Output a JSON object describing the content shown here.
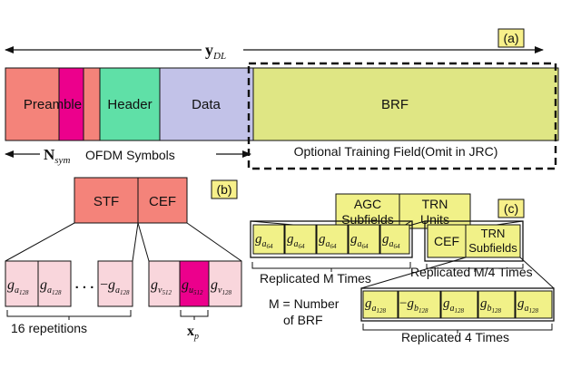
{
  "panel_a": {
    "label": "(a)",
    "y_dl_main": "y",
    "y_dl_sub": "DL",
    "segments": {
      "preamble": "Preamble",
      "header": "Header",
      "data": "Data",
      "brf": "BRF"
    },
    "n_sym_main": "N",
    "n_sym_sub": "sym",
    "n_sym_text": "OFDM Symbols",
    "optional_field": "Optional Training Field(Omit in JRC)"
  },
  "panel_b": {
    "label": "(b)",
    "stf": "STF",
    "cef": "CEF",
    "dots": ". . .",
    "caption": "16 repetitions",
    "xp_main": "x",
    "xp_sub": "p"
  },
  "panel_c": {
    "label": "(c)",
    "agc_line1": "AGC",
    "agc_line2": "Subfields",
    "trn_line1": "TRN",
    "trn_line2": "Units",
    "cef": "CEF",
    "trn_sub_line1": "TRN",
    "trn_sub_line2": "Subfields",
    "caption_m": "Replicated M Times",
    "caption_m4": "Replicated M/4 Times",
    "caption_4": "Replicated 4 Times",
    "m_def_line1": "M = Number",
    "m_def_line2": "of BRF"
  },
  "sym": {
    "g": "g",
    "minus": "−",
    "a": "a",
    "b": "b",
    "v": "v",
    "u": "u",
    "n128": "128",
    "n64": "64",
    "n512": "512"
  },
  "colors": {
    "preamble": "#f4837a",
    "preamble_dark": "#ec008c",
    "header": "#5fe0a7",
    "data": "#c2c2e8",
    "brf": "#dfe684",
    "stf_cef": "#f4837a",
    "seq_light": "#f9d6dc",
    "seq_dark": "#ec008c",
    "trn_block": "#f1f188",
    "label_box": "#f7f08a"
  }
}
